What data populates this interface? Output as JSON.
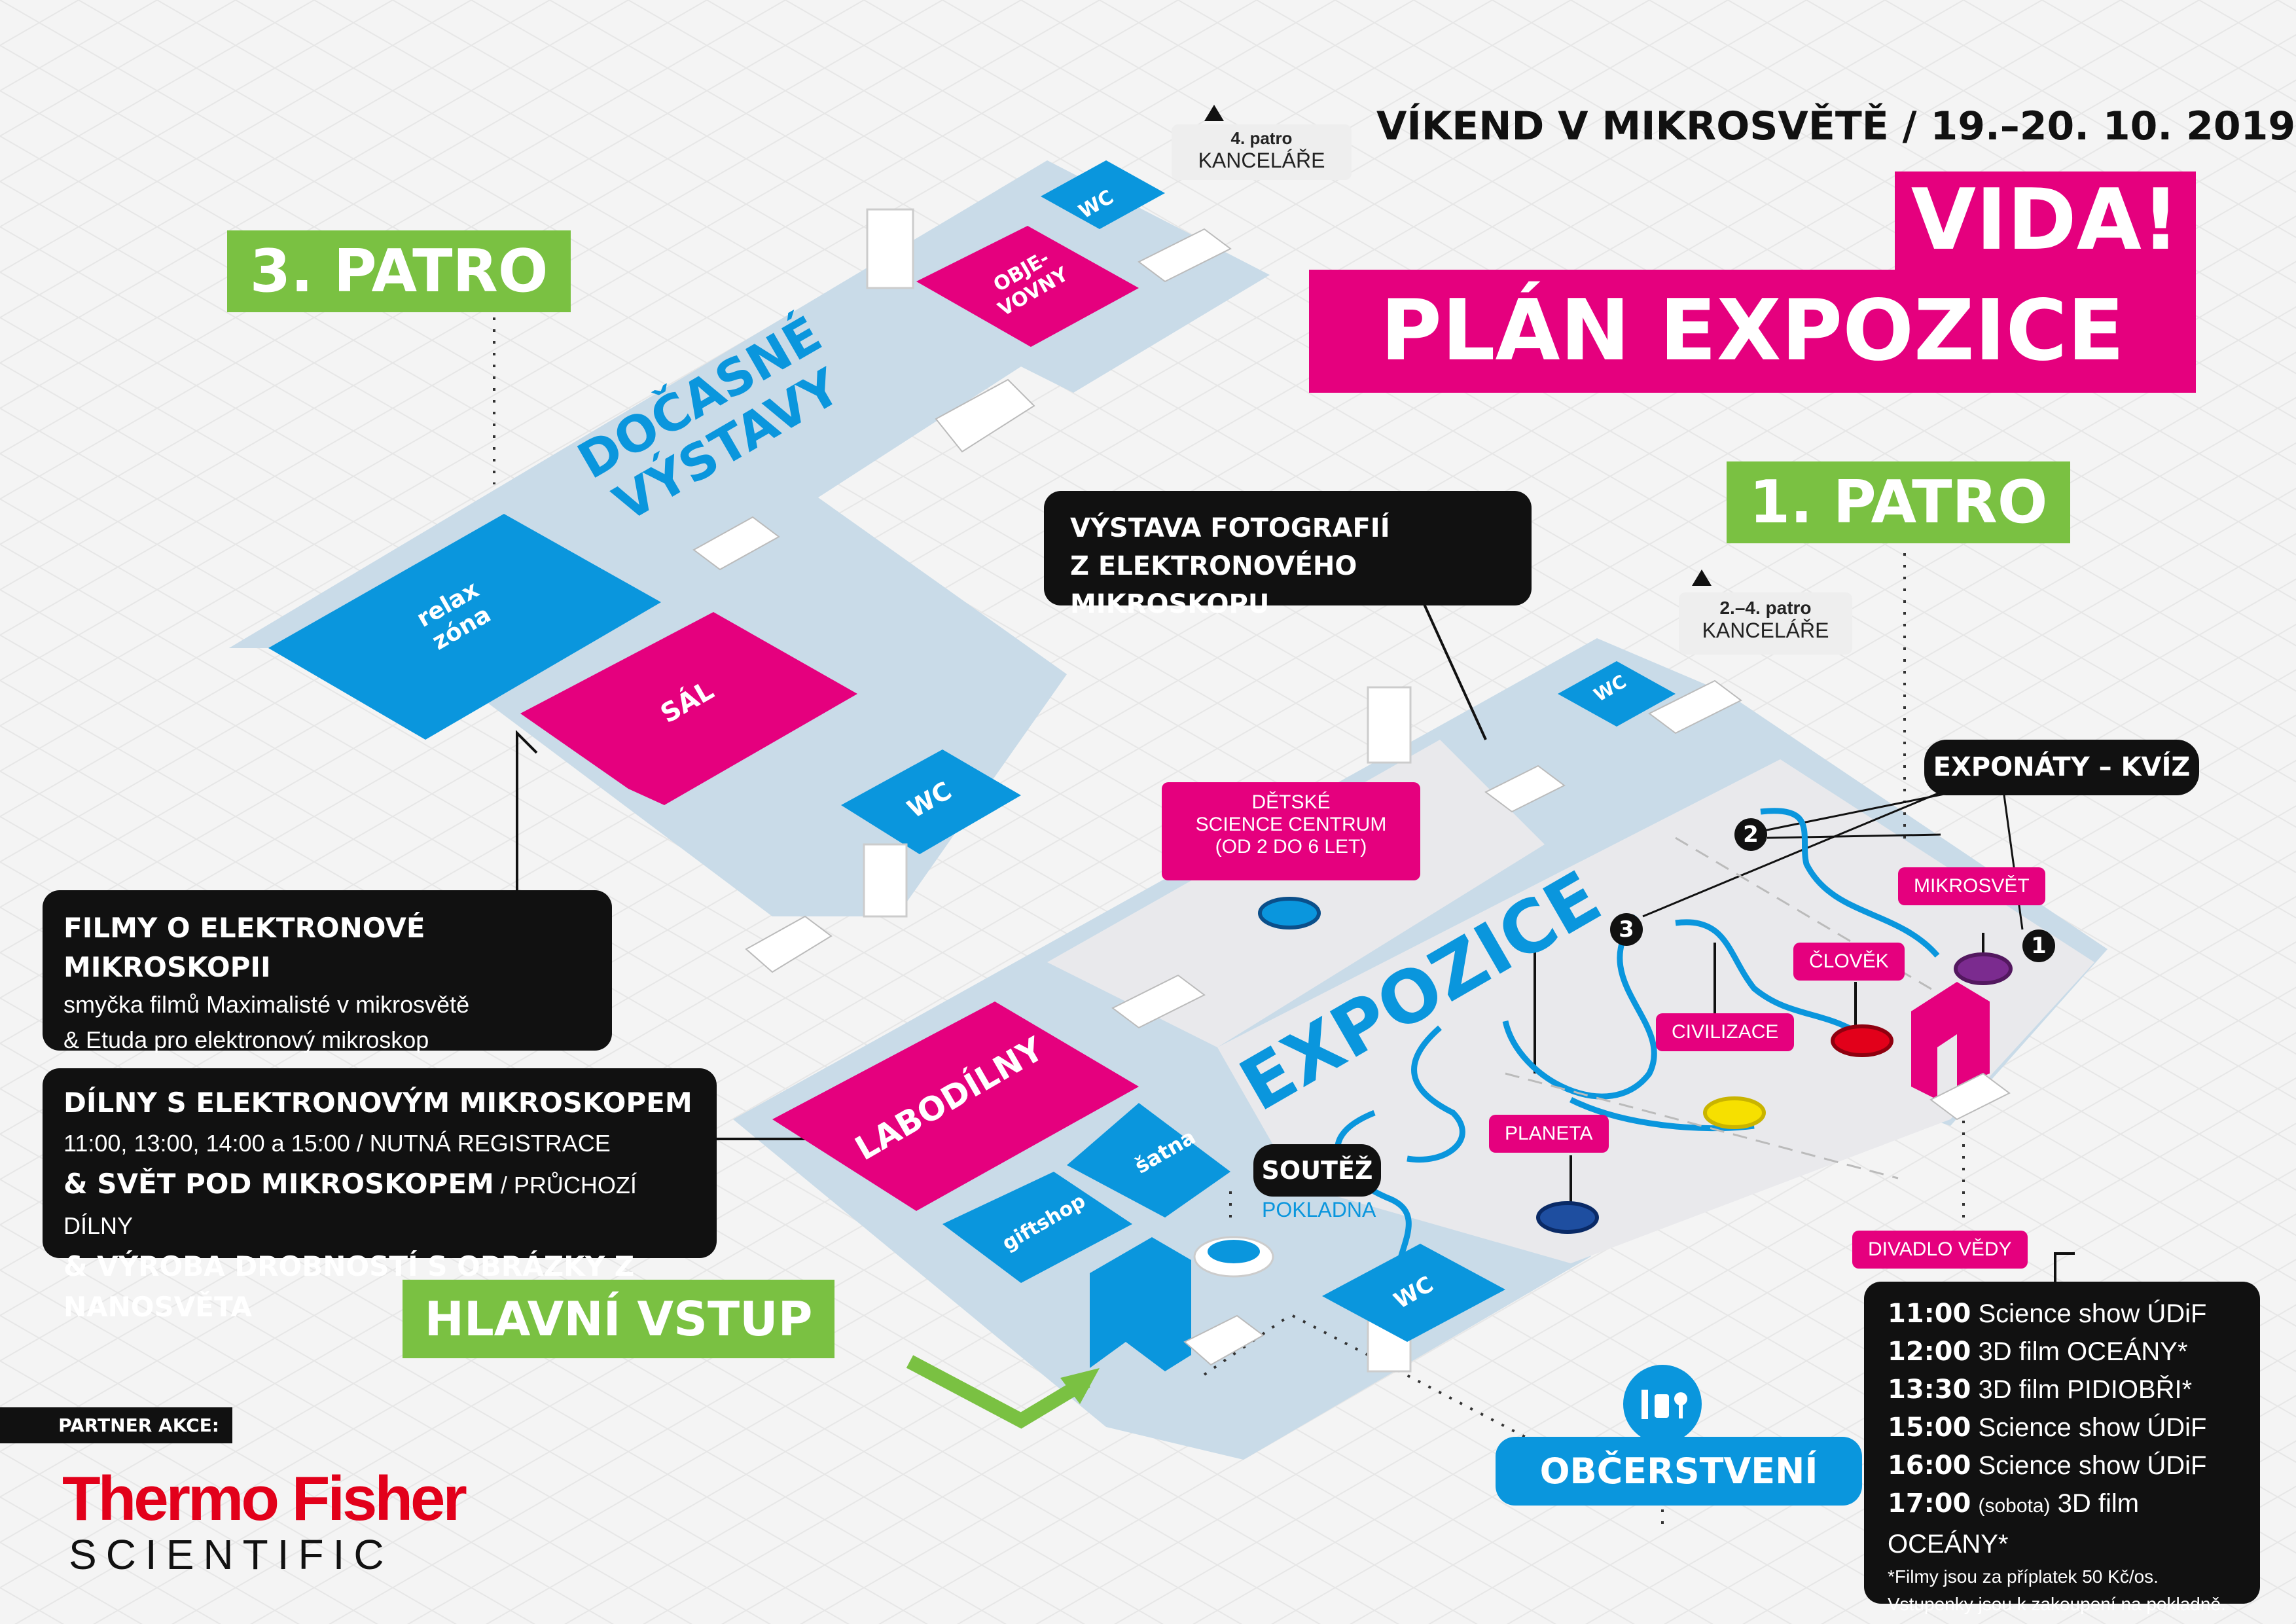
{
  "header": {
    "event": "VÍKEND V MIKROSVĚTĚ",
    "dates": "/ 19.–20. 10. 2019",
    "title_line1": "VIDA!",
    "title_line2": "PLÁN EXPOZICE"
  },
  "floors": {
    "floor3": "3. PATRO",
    "floor1": "1. PATRO",
    "main_entrance": "HLAVNÍ VSTUP"
  },
  "floor3_rooms": {
    "wc_top": "WC",
    "objevovny_line1": "OBJE-",
    "objevovny_line2": "VOVNY",
    "docasne_line1": "DOČASNÉ",
    "docasne_line2": "VÝSTAVY",
    "relax_line1": "relax",
    "relax_line2": "zóna",
    "sal": "SÁL",
    "wc_bottom": "WC",
    "offices_floor": "4. patro",
    "offices_label": "KANCELÁŘE"
  },
  "floor1_rooms": {
    "wc": "WC",
    "offices_floor": "2.–4. patro",
    "offices_label": "KANCELÁŘE",
    "kids_line1": "DĚTSKÉ",
    "kids_line2": "SCIENCE CENTRUM",
    "kids_line3": "(OD 2 DO 6 LET)",
    "expozice": "EXPOZICE",
    "labodilny": "LABODÍLNY",
    "satna": "šatna",
    "giftshop": "giftshop",
    "wc_bottom": "WC",
    "soutez": "SOUTĚŽ",
    "pokladna": "POKLADNA"
  },
  "exhibit_tags": {
    "mikrosvet": "MIKROSVĚT",
    "clovek": "ČLOVĚK",
    "civilizace": "CIVILIZACE",
    "planeta": "PLANETA",
    "divadlo": "DIVADLO VĚDY"
  },
  "quiz": {
    "label": "EXPONÁTY – KVÍZ",
    "n1": "1",
    "n2": "2",
    "n3": "3"
  },
  "photo_exhibit": {
    "line1": "VÝSTAVA FOTOGRAFIÍ",
    "line2": "Z ELEKTRONOVÉHO MIKROSKOPU"
  },
  "films": {
    "title": "FILMY O ELEKTRONOVÉ MIKROSKOPII",
    "line1": "smyčka filmů Maximalisté v mikrosvětě",
    "line2": "& Etuda pro elektronový mikroskop"
  },
  "workshops": {
    "title": "DÍLNY S ELEKTRONOVÝM MIKROSKOPEM",
    "times": "11:00, 13:00, 14:00 a 15:00 / NUTNÁ REGISTRACE",
    "line2_bold": "& SVĚT POD MIKROSKOPEM",
    "line2_rest": " / PRŮCHOZÍ DÍLNY",
    "line3": "& VÝROBA DROBNOSTÍ S OBRÁZKY Z NANOSVĚTA"
  },
  "refreshments": "OBČERSTVENÍ",
  "schedule": {
    "rows": [
      {
        "time": "11:00",
        "note": "",
        "text": "Science show ÚDiF"
      },
      {
        "time": "12:00",
        "note": "",
        "text": "3D film OCEÁNY*"
      },
      {
        "time": "13:30",
        "note": "",
        "text": "3D film PIDIOBŘI*"
      },
      {
        "time": "15:00",
        "note": "",
        "text": "Science show ÚDiF"
      },
      {
        "time": "16:00",
        "note": "",
        "text": "Science show ÚDiF"
      },
      {
        "time": "17:00",
        "note": "(sobota)",
        "text": "3D film OCEÁNY*"
      }
    ],
    "footnote1": "*Filmy jsou za příplatek 50 Kč/os.",
    "footnote2": "Vstupenky jsou k zakoupení na pokladně."
  },
  "partner": {
    "label": "PARTNER AKCE:",
    "brand1": "Thermo Fisher",
    "brand2": "SCIENTIFIC"
  },
  "colors": {
    "green": "#7ac142",
    "magenta": "#e5007e",
    "blue": "#0a96dd",
    "floor": "#c9dbe8",
    "black": "#111111"
  }
}
